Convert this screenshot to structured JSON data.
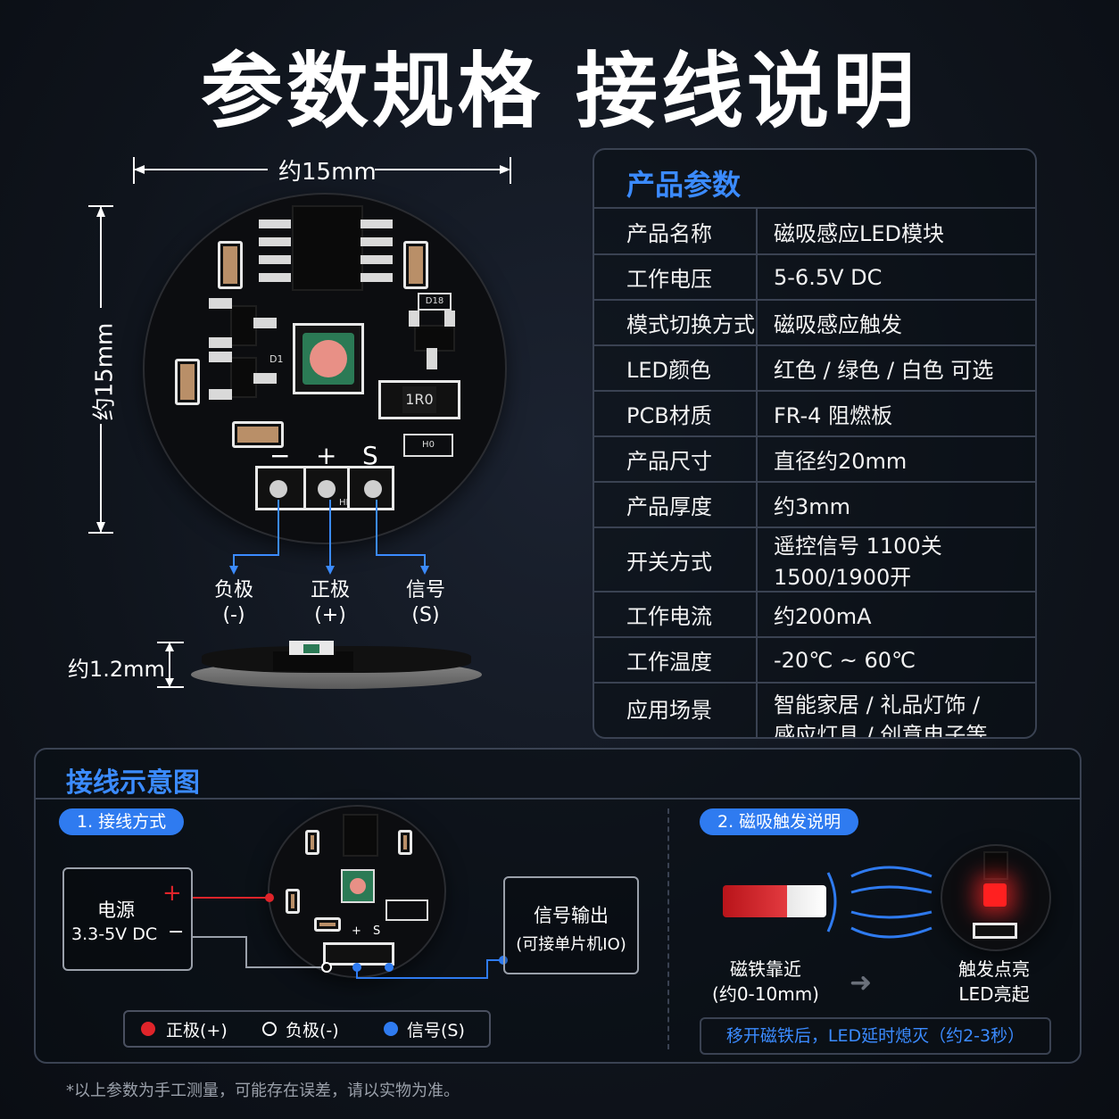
{
  "title": "参数规格 接线说明",
  "dimensions": {
    "width": "约15mm",
    "height": "约15mm",
    "thickness": "约1.2mm"
  },
  "pcb_marks": {
    "minus": "−",
    "plus": "+",
    "signal": "S",
    "d1": "D1",
    "r1": "1R0",
    "d18": "D18",
    "h0": "H0",
    "hi": "HI"
  },
  "pins": [
    {
      "name": "负极",
      "symbol": "(-)"
    },
    {
      "name": "正极",
      "symbol": "(+)"
    },
    {
      "name": "信号",
      "symbol": "(S)"
    }
  ],
  "spec": {
    "title": "产品参数",
    "rows": [
      {
        "key": "产品名称",
        "value": "磁吸感应LED模块"
      },
      {
        "key": "工作电压",
        "value": "5-6.5V DC"
      },
      {
        "key": "模式切换方式",
        "value": "磁吸感应触发"
      },
      {
        "key": "LED颜色",
        "value": "红色 / 绿色 / 白色 可选"
      },
      {
        "key": "PCB材质",
        "value": "FR-4 阻燃板"
      },
      {
        "key": "产品尺寸",
        "value": "直径约20mm"
      },
      {
        "key": "产品厚度",
        "value": "约3mm"
      },
      {
        "key": "开关方式",
        "value": "遥控信号 1100关 1500/1900开"
      },
      {
        "key": "工作电流",
        "value": "约200mA"
      },
      {
        "key": "工作温度",
        "value": "-20℃ ~ 60℃"
      },
      {
        "key": "应用场景",
        "value_line1": "智能家居 / 礼品灯饰 /",
        "value_line2": "感应灯具 / 创意电子等"
      }
    ]
  },
  "wiring": {
    "title": "接线示意图",
    "step1": "1. 接线方式",
    "step2": "2. 磁吸触发说明",
    "power_title": "电源",
    "power_value": "3.3-5V DC",
    "power_plus": "+",
    "power_minus": "−",
    "signal_title": "信号输出",
    "signal_sub": "(可接单片机IO)",
    "legend": [
      {
        "label": "正极(+)",
        "color": "#e0242a"
      },
      {
        "label": "负极(-)",
        "color": "#ffffff"
      },
      {
        "label": "信号(S)",
        "color": "#2f7bf0"
      }
    ],
    "magnet_near": "磁铁靠近",
    "magnet_distance": "(约0-10mm)",
    "trigger": "触发点亮",
    "led_on": "LED亮起",
    "note": "移开磁铁后，LED延时熄灭（约2-3秒）"
  },
  "footnote": "*以上参数为手工测量，可能存在误差，请以实物为准。",
  "colors": {
    "accent": "#3b8bff",
    "positive": "#e0242a",
    "signal": "#2f7bf0"
  }
}
